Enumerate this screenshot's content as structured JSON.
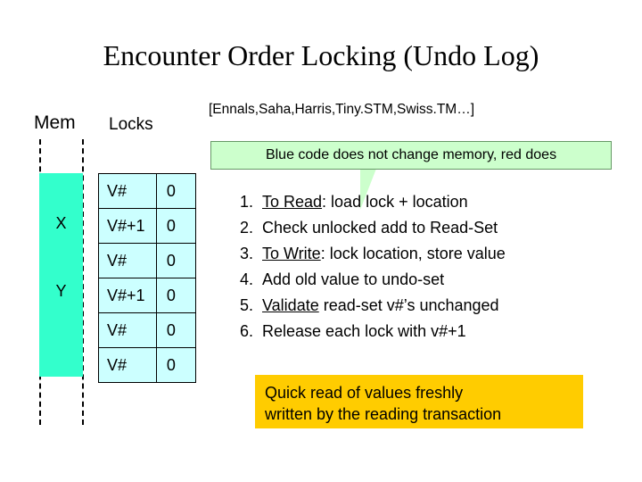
{
  "slide": {
    "title": "Encounter Order Locking (Undo Log)",
    "labels": {
      "mem": "Mem",
      "locks": "Locks"
    },
    "references": "[Ennals,Saha,Harris,Tiny.STM,Swiss.TM…]",
    "callout": "Blue code does not change memory, red does",
    "memory_cells": [
      "",
      "X",
      "",
      "Y",
      "",
      ""
    ],
    "lock_table": {
      "rows": [
        {
          "version": "V#",
          "count": "0"
        },
        {
          "version": "V#+1",
          "count": "0"
        },
        {
          "version": "V#",
          "count": "0"
        },
        {
          "version": "V#+1",
          "count": "0"
        },
        {
          "version": "V#",
          "count": "0"
        },
        {
          "version": "V#",
          "count": "0"
        }
      ]
    },
    "steps": [
      {
        "num": "1.",
        "underlined": "To Read",
        "rest": ": load lock + location"
      },
      {
        "num": "2.",
        "underlined": "",
        "rest": "Check unlocked add to Read-Set"
      },
      {
        "num": "3.",
        "underlined": "To Write",
        "rest": ": lock location, store value"
      },
      {
        "num": "4.",
        "underlined": "",
        "rest": "Add old value to undo-set"
      },
      {
        "num": "5.",
        "underlined": "Validate",
        "rest": " read-set v#’s unchanged"
      },
      {
        "num": "6.",
        "underlined": "",
        "rest": "Release each lock with v#+1"
      }
    ],
    "orange_note": {
      "line1": "Quick read of values freshly",
      "line2": "written by the reading transaction"
    },
    "colors": {
      "memory_cell": "#33ffcc",
      "lock_cell": "#ccffff",
      "callout": "#ccffcc",
      "note": "#ffcc00"
    }
  }
}
